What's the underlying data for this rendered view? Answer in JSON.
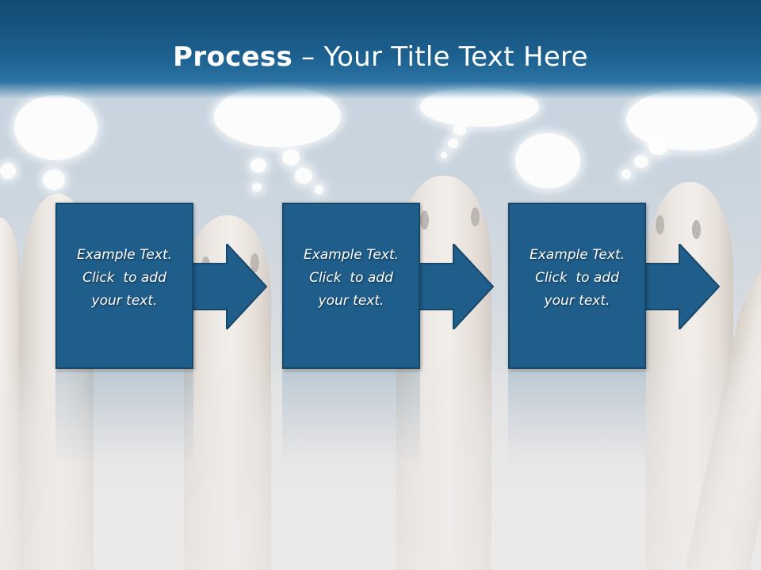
{
  "slide": {
    "title_strong": "Process",
    "title_rest": " – Your Title Text Here"
  },
  "steps": [
    {
      "lines": [
        "Example Text.",
        "Click  to add",
        "your text."
      ]
    },
    {
      "lines": [
        "Example Text.",
        "Click  to add",
        "your text."
      ]
    },
    {
      "lines": [
        "Example Text.",
        "Click  to add",
        "your text."
      ]
    }
  ],
  "colors": {
    "title_bar": "#1c5f8e",
    "box_fill": "#1f5d8a",
    "box_border": "#17476a"
  }
}
